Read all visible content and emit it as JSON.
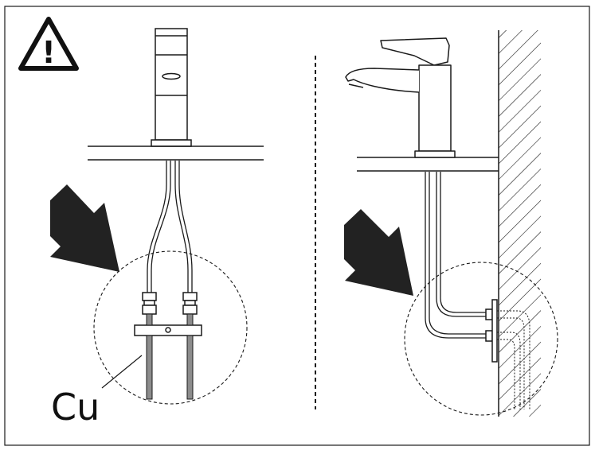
{
  "warning": {
    "symbol": "!",
    "icon": "warning-triangle-icon"
  },
  "left_panel": {
    "material_label": "Cu",
    "icon_arrow": "arrow-down-right-icon",
    "icon_magnifier": "detail-circle"
  },
  "right_panel": {
    "icon_arrow": "arrow-down-right-icon",
    "icon_magnifier": "detail-circle"
  },
  "colors": {
    "line": "#1a1a1a",
    "pipe_copper": "#8c8c8c",
    "background": "#ffffff"
  }
}
